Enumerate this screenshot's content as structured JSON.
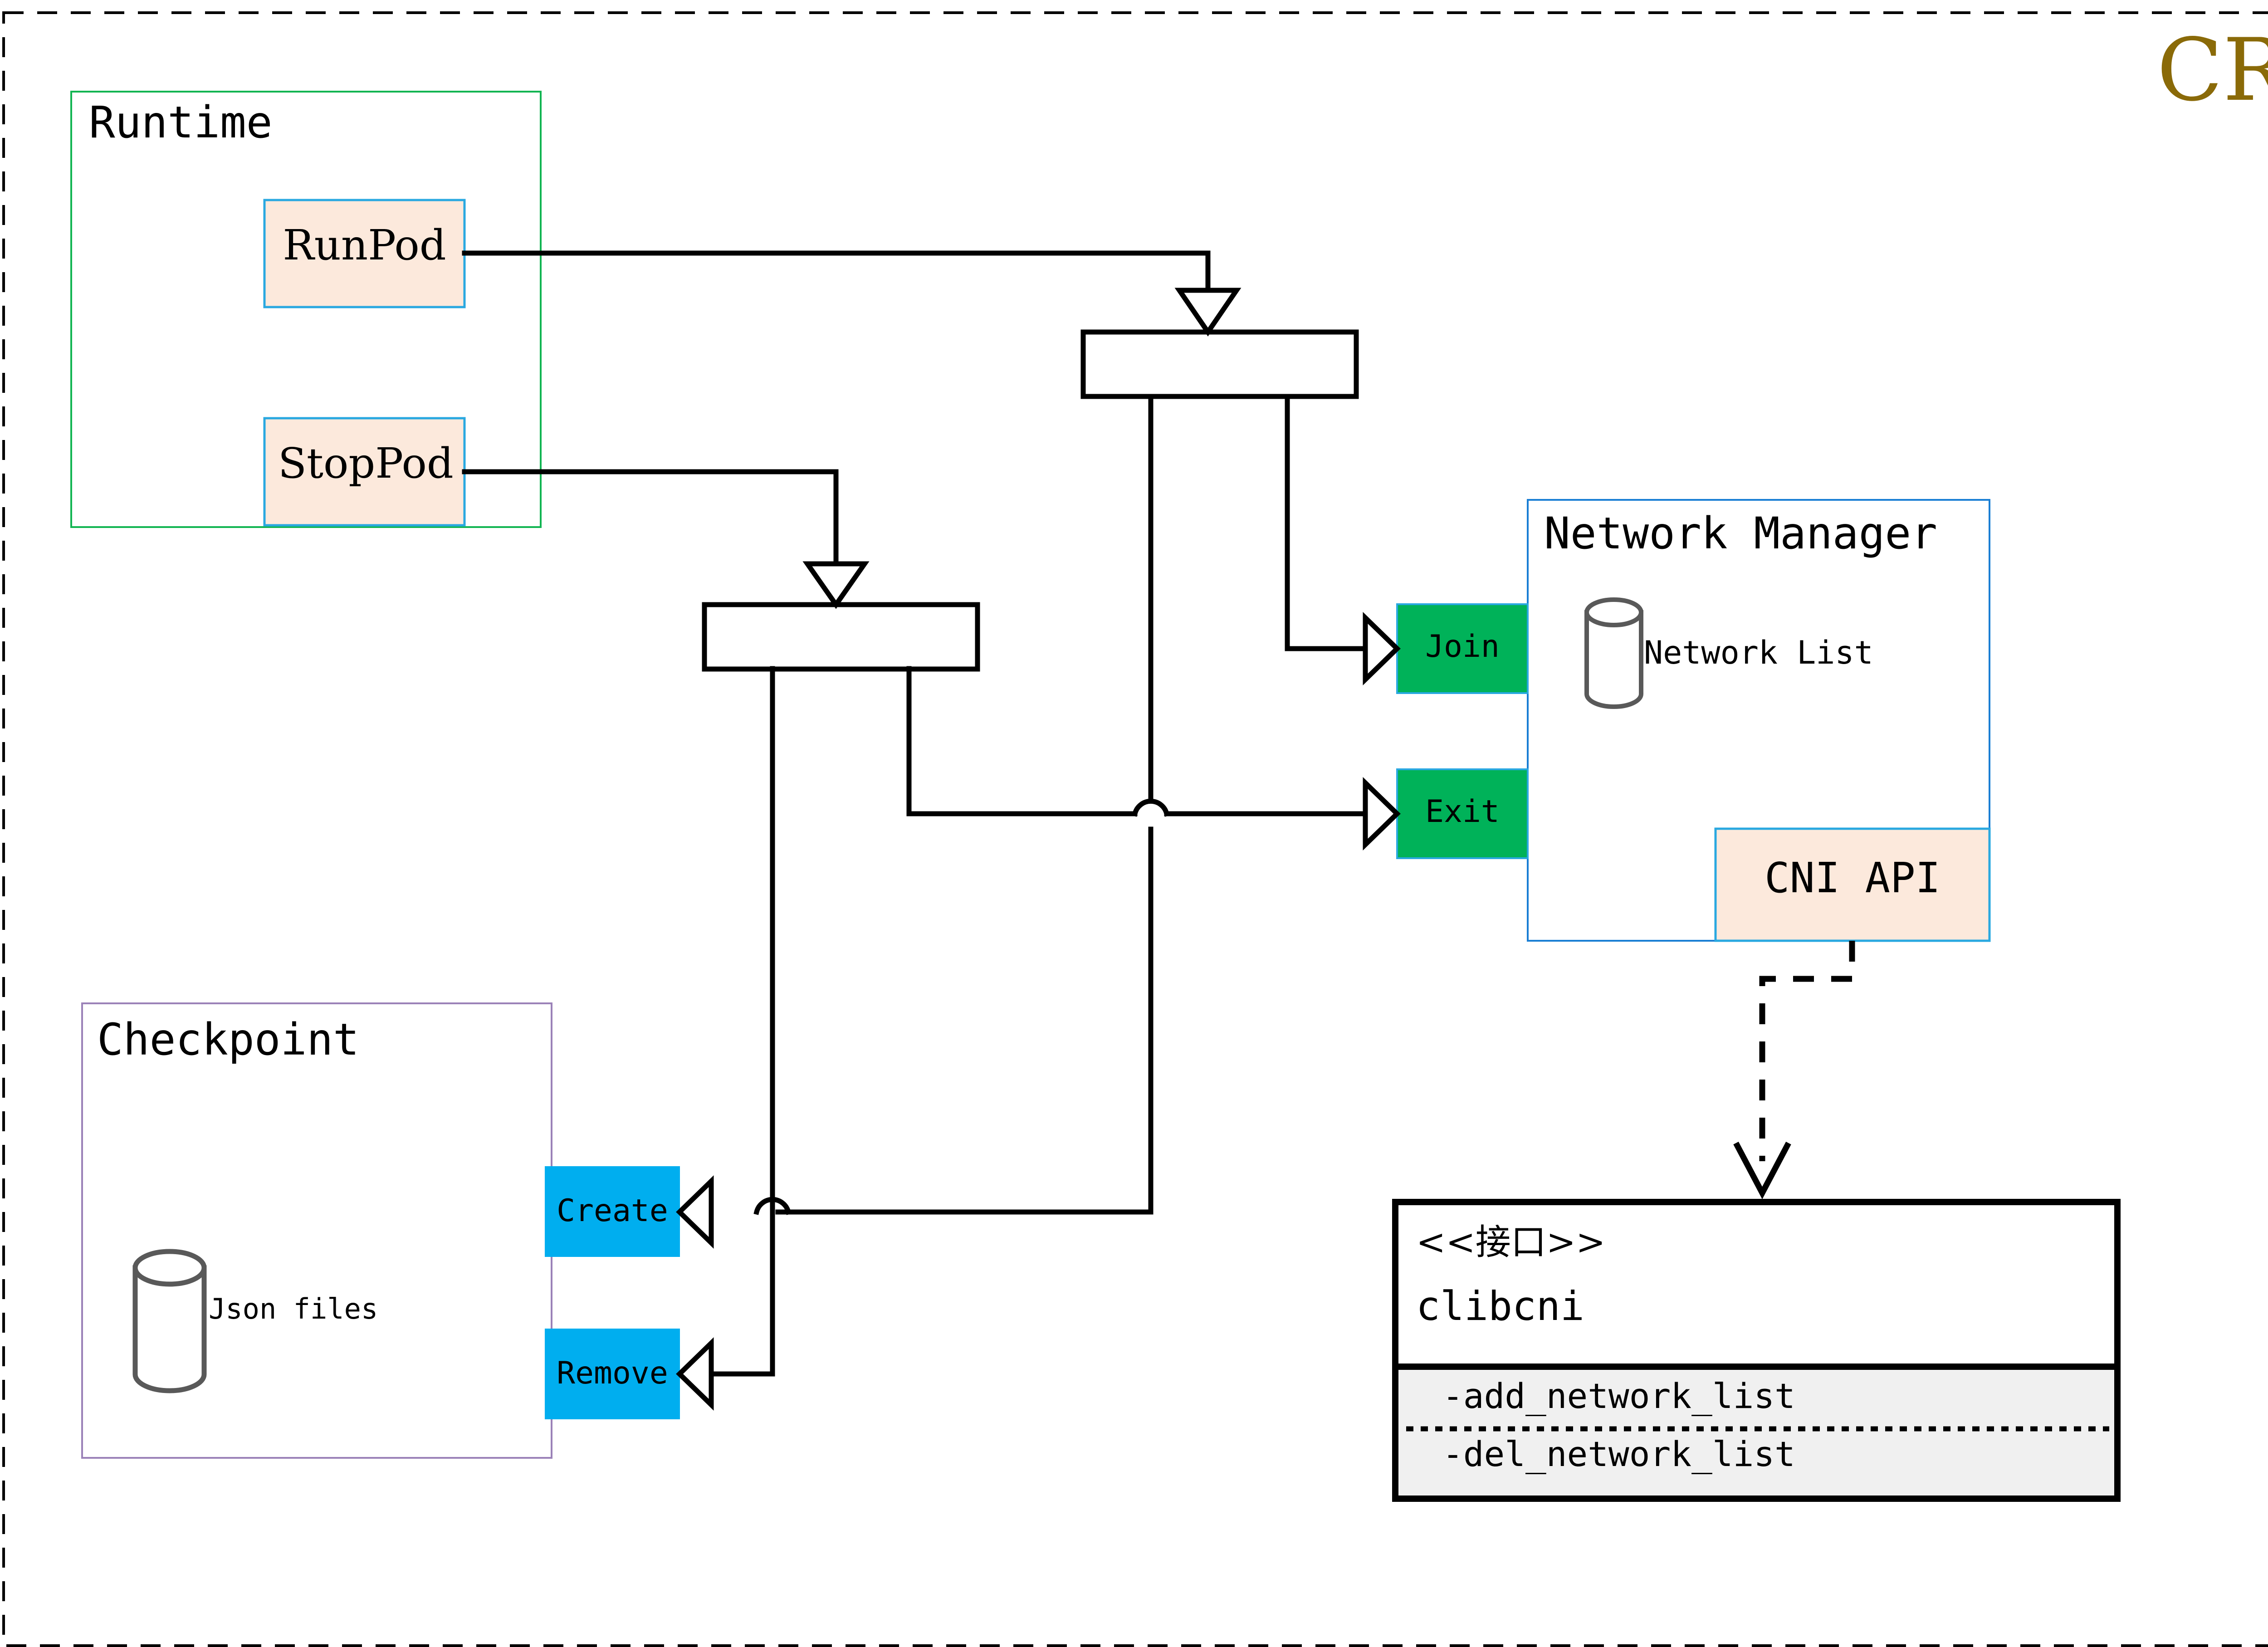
{
  "diagram": {
    "title": "CRI",
    "title_color": "#8a6a08",
    "outer_border": "dashed-black"
  },
  "groups": {
    "runtime": {
      "label": "Runtime",
      "border_color": "#12b552"
    },
    "checkpoint": {
      "label": "Checkpoint",
      "border_color": "#9b82b8"
    },
    "network_manager": {
      "label": "Network Manager",
      "border_color": "#1b7fd4"
    }
  },
  "nodes": {
    "runpod": {
      "label": "RunPod",
      "fill": "#fce9dc",
      "border": "#29a8e0"
    },
    "stoppod": {
      "label": "StopPod",
      "fill": "#fce9dc",
      "border": "#29a8e0"
    },
    "cni_api": {
      "label": "CNI API",
      "fill": "#fce9dc",
      "border": "#29a8e0"
    },
    "join": {
      "label": "Join",
      "fill": "#00b259",
      "border": "#29a8e0"
    },
    "exit": {
      "label": "Exit",
      "fill": "#00b259",
      "border": "#29a8e0"
    },
    "create": {
      "label": "Create",
      "fill": "#00aeef",
      "border": "#00aeef"
    },
    "remove": {
      "label": "Remove",
      "fill": "#00aeef",
      "border": "#00aeef"
    }
  },
  "datastores": {
    "network_list": {
      "label": "Network List"
    },
    "json_files": {
      "label": "Json files"
    }
  },
  "interface": {
    "stereotype": "<<接口>>",
    "name": "clibcni",
    "methods": [
      "-add_network_list",
      "-del_network_list"
    ],
    "method_fill": "#f0f0f0"
  },
  "forks": {
    "top_fork": {
      "label": ""
    },
    "bottom_fork": {
      "label": ""
    }
  }
}
